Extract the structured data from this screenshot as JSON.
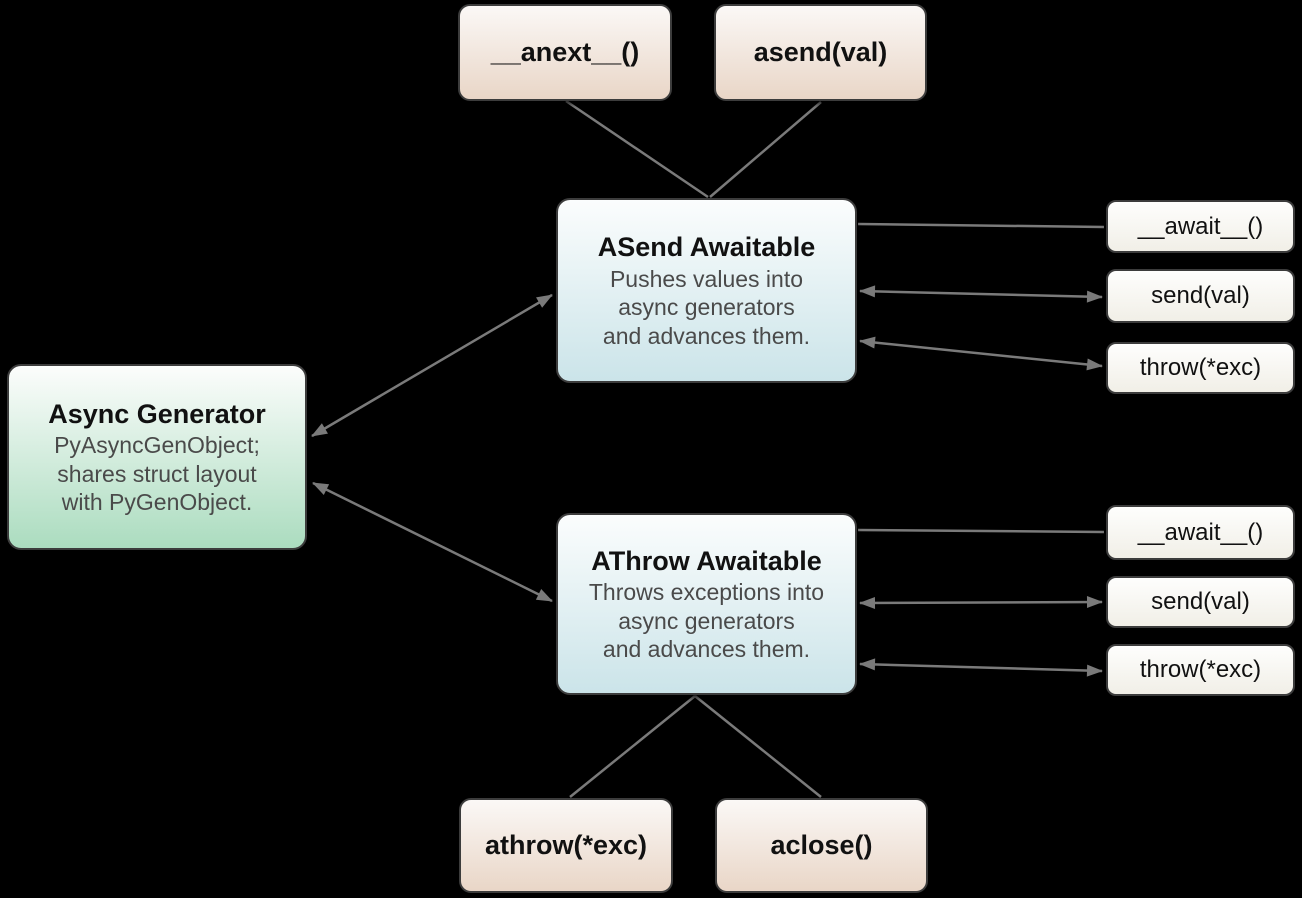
{
  "colors": {
    "background": "#000000",
    "arrow": "#7a7a7a",
    "border": "#3c3c3c",
    "title_text": "#111111",
    "desc_text": "#4a4a4a",
    "tan_top": "#fbf8f6",
    "tan_bottom": "#e9d6c7",
    "green_top": "#fcfdfc",
    "green_bottom": "#abdcbf",
    "teal_top": "#fbfdfd",
    "teal_bottom": "#cbe4e9",
    "pill_top": "#fefefd",
    "pill_bottom": "#f1efe7"
  },
  "nodes": {
    "anext_method": {
      "label": "__anext__()"
    },
    "asend_method": {
      "label": "asend(val)"
    },
    "async_generator": {
      "title": "Async Generator",
      "desc": "PyAsyncGenObject;\nshares struct layout\nwith PyGenObject."
    },
    "asend_awaitable": {
      "title": "ASend Awaitable",
      "desc": "Pushes values into\nasync generators\nand advances them."
    },
    "athrow_awaitable": {
      "title": "AThrow Awaitable",
      "desc": "Throws exceptions into\nasync generators\nand advances them."
    },
    "asend_await": {
      "label": "__await__()"
    },
    "asend_send": {
      "label": "send(val)"
    },
    "asend_throw": {
      "label": "throw(*exc)"
    },
    "athrow_await": {
      "label": "__await__()"
    },
    "athrow_send": {
      "label": "send(val)"
    },
    "athrow_throw": {
      "label": "throw(*exc)"
    },
    "athrow_method": {
      "label": "athrow(*exc)"
    },
    "aclose_method": {
      "label": "aclose()"
    }
  },
  "edges": [
    {
      "from": "__anext__()",
      "to": "ASend Awaitable",
      "style": "line"
    },
    {
      "from": "asend(val)",
      "to": "ASend Awaitable",
      "style": "line"
    },
    {
      "from": "Async Generator",
      "to": "ASend Awaitable",
      "style": "double-arrow"
    },
    {
      "from": "Async Generator",
      "to": "AThrow Awaitable",
      "style": "double-arrow"
    },
    {
      "from": "ASend Awaitable",
      "to": "__await__()",
      "style": "line"
    },
    {
      "from": "ASend Awaitable",
      "to": "send(val)",
      "style": "double-arrow"
    },
    {
      "from": "ASend Awaitable",
      "to": "throw(*exc)",
      "style": "double-arrow"
    },
    {
      "from": "AThrow Awaitable",
      "to": "__await__()",
      "style": "line"
    },
    {
      "from": "AThrow Awaitable",
      "to": "send(val)",
      "style": "double-arrow"
    },
    {
      "from": "AThrow Awaitable",
      "to": "throw(*exc)",
      "style": "double-arrow"
    },
    {
      "from": "AThrow Awaitable",
      "to": "athrow(*exc)",
      "style": "line"
    },
    {
      "from": "AThrow Awaitable",
      "to": "aclose()",
      "style": "line"
    }
  ]
}
